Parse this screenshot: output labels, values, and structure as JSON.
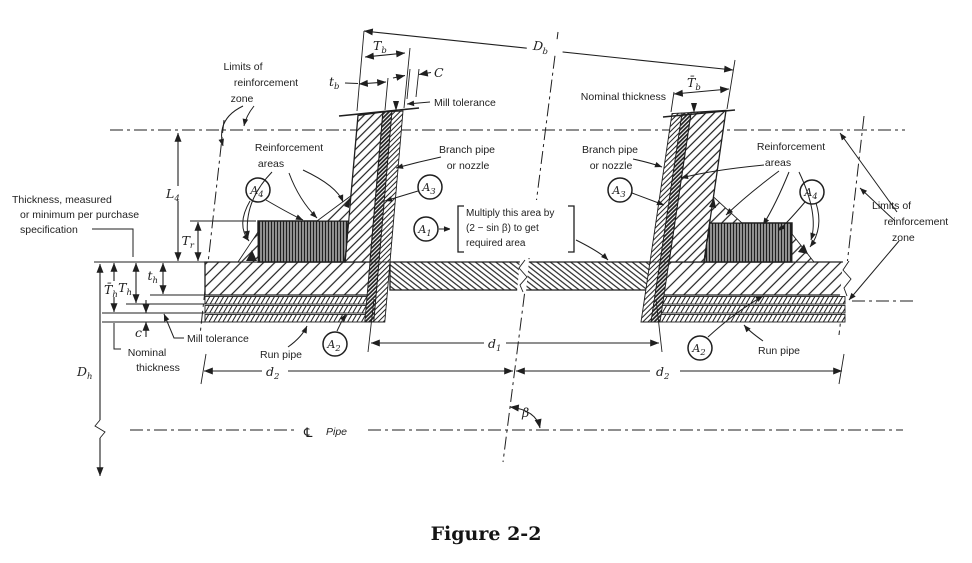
{
  "colors": {
    "ink": "#1f1f1f",
    "paper": "#ffffff"
  },
  "caption": "Figure 2-2",
  "labels": {
    "thickness_note": [
      "Thickness, measured",
      "or minimum per purchase",
      "specification"
    ],
    "limits": [
      "Limits of",
      "reinforcement",
      "zone"
    ],
    "reinforcement": [
      "Reinforcement",
      "areas"
    ],
    "branch": [
      "Branch pipe",
      "or nozzle"
    ],
    "mill_tolerance": "Mill tolerance",
    "nominal_thickness": "Nominal thickness",
    "nominal_two_line": [
      "Nominal",
      "thickness"
    ],
    "run_pipe": "Run pipe",
    "multiply": [
      "Multiply this area by",
      "(2 − sin β) to get",
      "required area"
    ],
    "centerline_symbol": "℄",
    "centerline_text": "Pipe"
  },
  "dims": {
    "Db": {
      "base": "D",
      "sub": "b"
    },
    "Tb": {
      "base": "T",
      "sub": "b"
    },
    "tb": {
      "base": "t",
      "sub": "b"
    },
    "C": {
      "base": "C",
      "sub": ""
    },
    "Tbb": {
      "base": "T̄",
      "sub": "b"
    },
    "L4": {
      "base": "L",
      "sub": "4"
    },
    "Tr": {
      "base": "T",
      "sub": "r"
    },
    "th": {
      "base": "t",
      "sub": "h"
    },
    "Th": {
      "base": "T",
      "sub": "h"
    },
    "Tbh": {
      "base": "T̄",
      "sub": "h"
    },
    "c": {
      "base": "c",
      "sub": ""
    },
    "Dh": {
      "base": "D",
      "sub": "h"
    },
    "d1": {
      "base": "d",
      "sub": "1"
    },
    "d2": {
      "base": "d",
      "sub": "2"
    },
    "beta": {
      "base": "β",
      "sub": ""
    },
    "A1": {
      "base": "A",
      "sub": "1"
    },
    "A2": {
      "base": "A",
      "sub": "2"
    },
    "A3": {
      "base": "A",
      "sub": "3"
    },
    "A4": {
      "base": "A",
      "sub": "4"
    }
  }
}
